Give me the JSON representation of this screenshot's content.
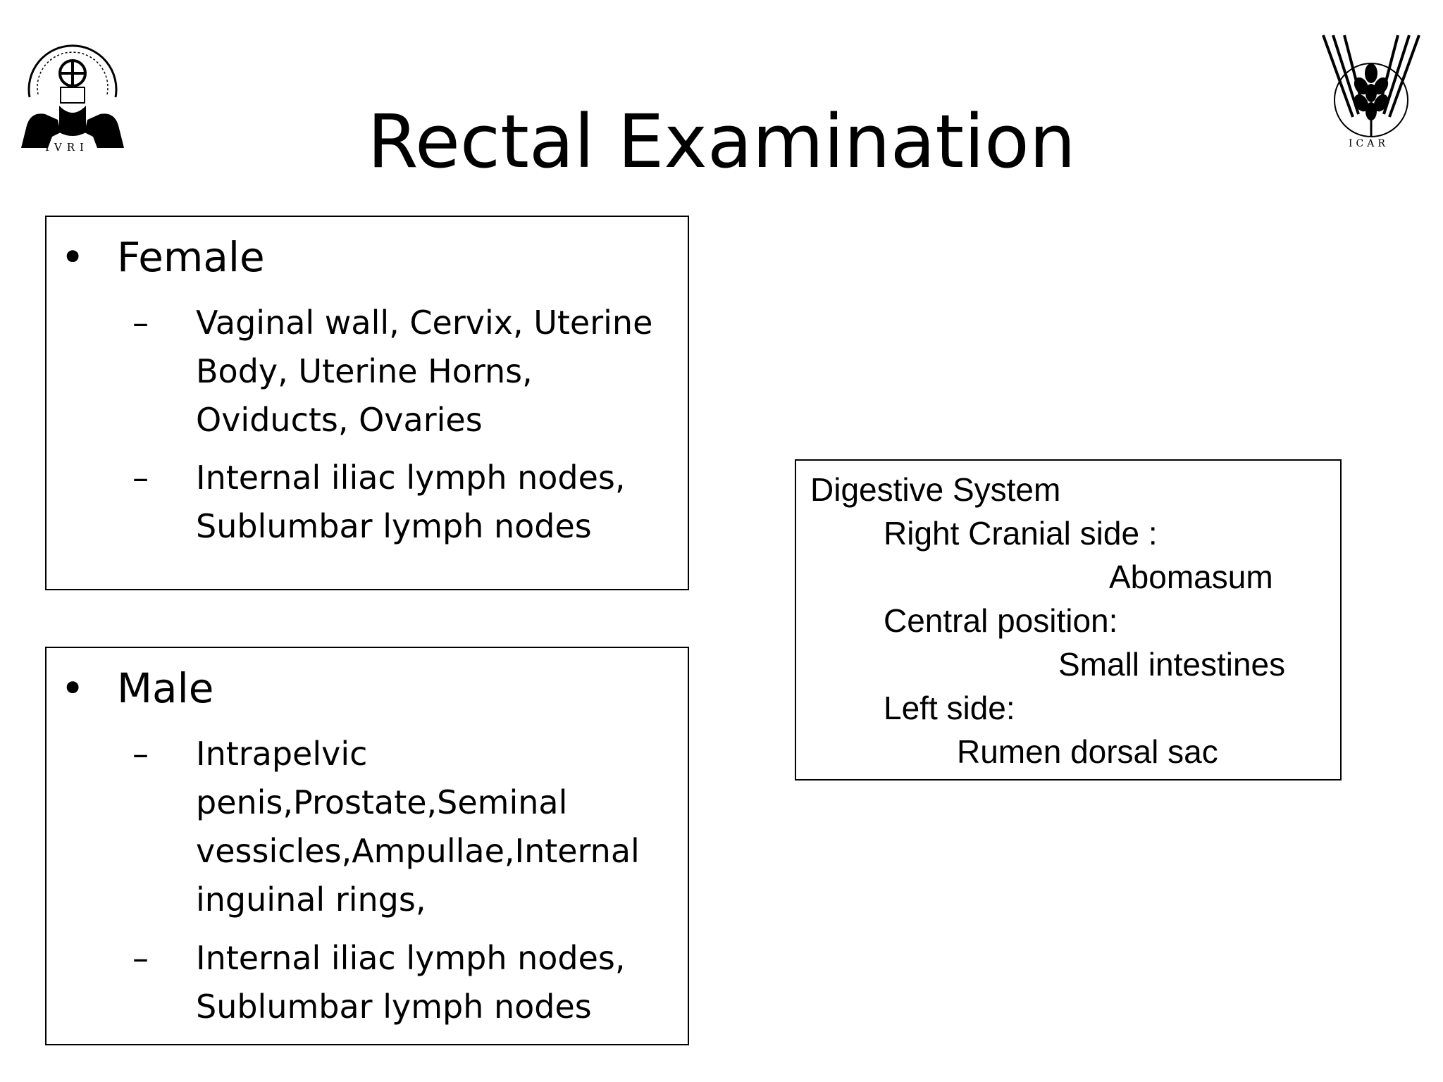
{
  "logos": {
    "left_caption": "IVRI",
    "right_caption": "ICAR"
  },
  "title": "Rectal Examination",
  "female": {
    "bullet": "Female",
    "items": [
      "Vaginal wall, Cervix, Uterine Body, Uterine Horns, Oviducts, Ovaries",
      "Internal iliac lymph nodes, Sublumbar lymph nodes"
    ]
  },
  "male": {
    "bullet": "Male",
    "items": [
      "Intrapelvic penis,Prostate,Seminal vessicles,Ampullae,Internal inguinal rings,",
      "Internal iliac lymph nodes, Sublumbar lymph nodes"
    ]
  },
  "digestive": {
    "heading": "Digestive System",
    "right_cranial_label": "Right Cranial side :",
    "right_cranial_value": "Abomasum",
    "central_label": "Central position:",
    "central_value": "Small intestines",
    "left_label": "Left side:",
    "left_value": "Rumen dorsal sac"
  }
}
